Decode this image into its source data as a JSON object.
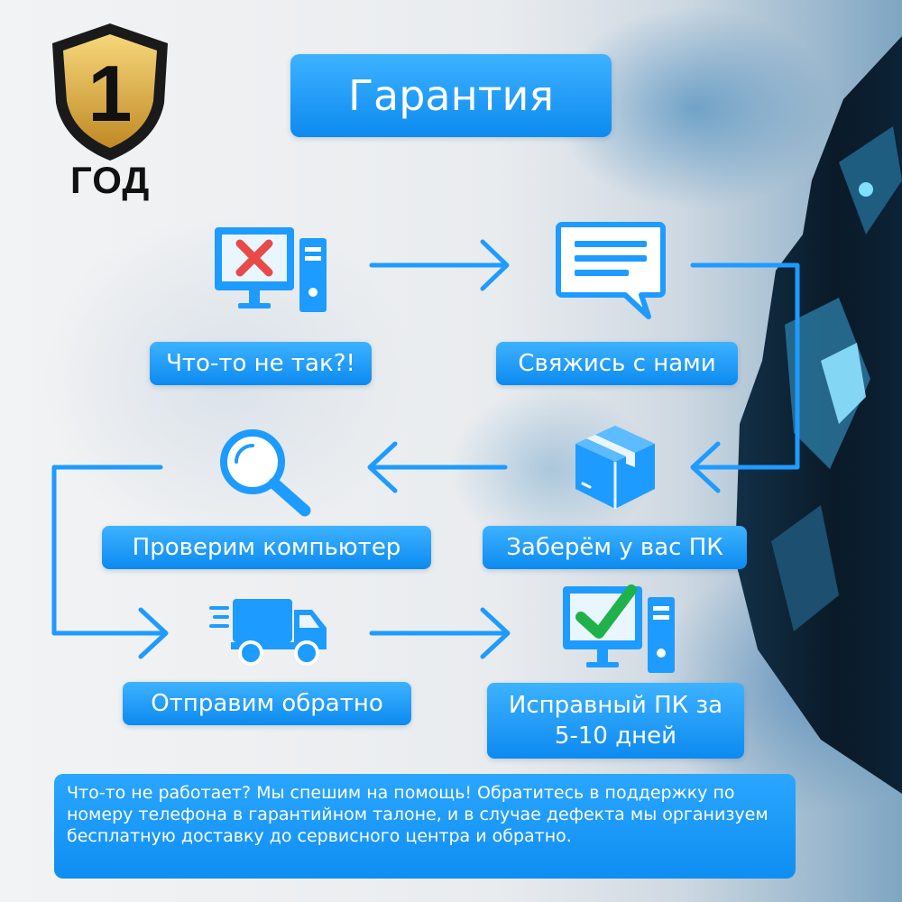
{
  "badge": {
    "number": "1",
    "unit": "ГОД"
  },
  "title": "Гарантия",
  "steps": [
    {
      "label": "Что-то не так?!",
      "icon": "computer-error-icon"
    },
    {
      "label": "Свяжись с нами",
      "icon": "message-bubble-icon"
    },
    {
      "label": "Заберём у вас ПК",
      "icon": "package-box-icon"
    },
    {
      "label": "Проверим компьютер",
      "icon": "magnifier-icon"
    },
    {
      "label": "Отправим обратно",
      "icon": "delivery-truck-icon"
    },
    {
      "label_line1": "Исправный ПК за",
      "label_line2": "5-10 дней",
      "icon": "computer-check-icon"
    }
  ],
  "info_text": "Что-то не работает? Мы спешим на помощь! Обратитесь в поддержку по номеру телефона в гарантийном талоне, и в случае дефекта мы организуем бесплатную доставку до сервисного центра и обратно.",
  "colors": {
    "accent": "#1a9bff",
    "accent_dark": "#0d8af0",
    "error": "#e84a4a",
    "ok": "#1fb24a",
    "gold": "#d9a63a"
  }
}
